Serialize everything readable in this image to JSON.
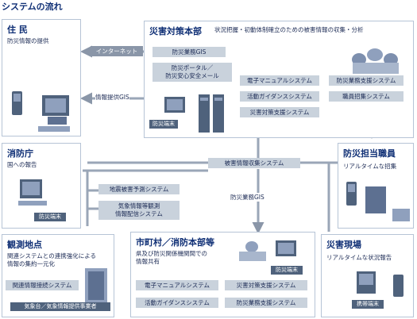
{
  "page_title": "システムの流れ",
  "residents": {
    "title": "住 民",
    "subtitle": "防災情報の提供"
  },
  "hq": {
    "title": "災害対策本部",
    "subtitle": "状況把握・初動体制確立のための被害情報の収集・分析",
    "internet_label": "インターネット",
    "info_gis_label": "情報提供GIS",
    "gis_label": "防災業務GIS",
    "portal_label_line1": "防災ポータル／",
    "portal_label_line2": "防災安心安全メール",
    "terminal_label": "防災端末",
    "systems_mid": [
      "電子マニュアルシステム",
      "活動ガイダンスシステム",
      "災害対策支援システム"
    ],
    "systems_right": [
      "防災業務支援システム",
      "職員招集システム"
    ]
  },
  "fire": {
    "title": "消防庁",
    "subtitle": "国への報告",
    "terminal_label": "防災端末"
  },
  "staff": {
    "title": "防災担当職員",
    "subtitle": "リアルタイムな招集"
  },
  "center": {
    "damage_collect": "被害情報収集システム",
    "gis": "防災業務GIS",
    "quake": "地震被害予測システム",
    "weather_line1": "気象情報等観測",
    "weather_line2": "情報配信システム"
  },
  "obs": {
    "title": "観測地点",
    "subtitle_line1": "関連システムとの連携強化による",
    "subtitle_line2": "情報の集約一元化",
    "related_label": "関連情報接続システム",
    "provider_label": "気象台／気象情報提供事業者"
  },
  "city": {
    "title": "市町村／消防本部等",
    "subtitle_line1": "県及び防災関係機関間での",
    "subtitle_line2": "情報共有",
    "terminal_label": "防災端末",
    "systems": [
      "電子マニュアルシステム",
      "災害対策支援システム",
      "活動ガイダンスシステム",
      "防災業務支援システム"
    ]
  },
  "site": {
    "title": "災害現場",
    "subtitle": "リアルタイムな状況報告",
    "terminal_label": "携帯端末"
  },
  "colors": {
    "title_blue": "#0f2f75",
    "box_border": "#b6c4d6",
    "label_gray": "#c9d2dc",
    "arrow_gray": "#8a96a8",
    "device_dark": "#4f627c",
    "device_light": "#8fa0bd"
  }
}
